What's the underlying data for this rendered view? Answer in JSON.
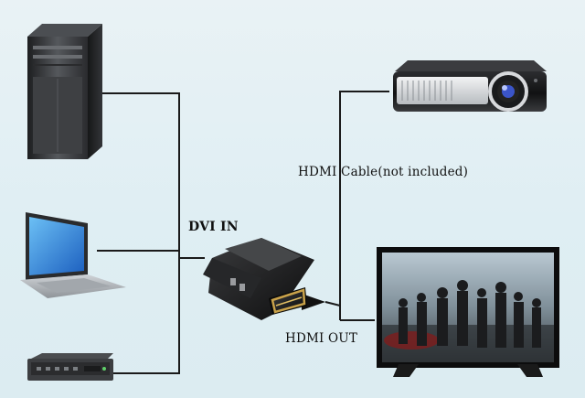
{
  "labels": {
    "dvi_in": "DVI IN",
    "hdmi_cable": "HDMI Cable(not included)",
    "hdmi_out": "HDMI OUT"
  },
  "colors": {
    "background": "#e2eff3",
    "line": "#1a1a1a",
    "tower": "#3b3d40",
    "laptop_screen": "#2f7fd6",
    "adapter": "#1c1c1c",
    "connector_gold": "#c9a24a"
  },
  "icons": [
    "desktop-tower-icon",
    "laptop-icon",
    "set-top-box-icon",
    "dvi-hdmi-adapter-icon",
    "projector-icon",
    "flat-tv-icon"
  ]
}
